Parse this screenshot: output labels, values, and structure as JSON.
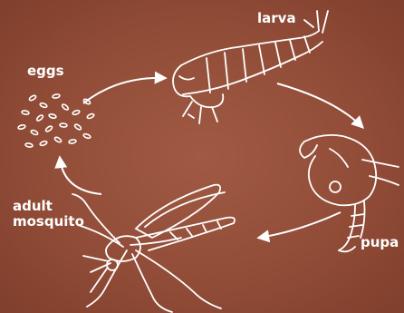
{
  "stages": {
    "larva": "larva",
    "eggs": "eggs",
    "pupa": "pupa",
    "adult_line1": "adult",
    "adult_line2": "mosquito"
  },
  "colors": {
    "background": "#924d38",
    "line": "#ffffff"
  },
  "icons": [
    "eggs-icon",
    "larva-icon",
    "pupa-icon",
    "mosquito-icon"
  ]
}
